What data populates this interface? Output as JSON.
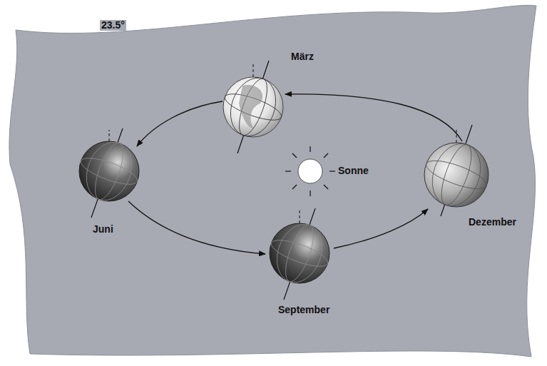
{
  "diagram": {
    "labels": [
      "März",
      "23.5°",
      "Juni",
      "Sonne",
      "September",
      "Dezember"
    ]
  }
}
